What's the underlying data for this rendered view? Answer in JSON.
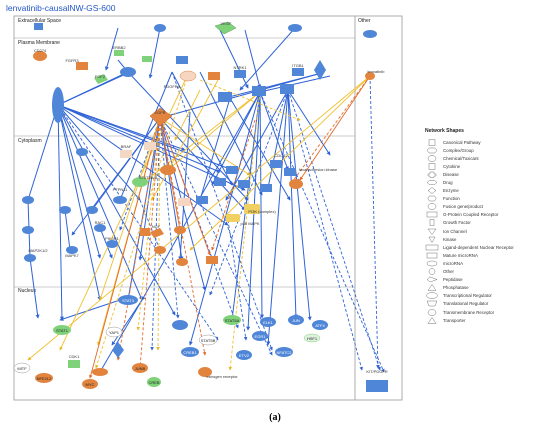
{
  "title": "lenvatinib-causalNW-GS-600",
  "caption": "(a)",
  "compartments": {
    "extracellular": "Extracellular Space",
    "plasma_membrane": "Plasma Membrane",
    "cytoplasm": "Cytoplasm",
    "nucleus": "Nucleus",
    "other": "Other"
  },
  "node_labels": {
    "vegf": "VEGF",
    "cd274": "CD274",
    "erbb2": "ERBB2",
    "fgfr3": "FGFR3",
    "fgf2": "FGF2",
    "ntrk1": "NTRK1",
    "pdgfra": "PDGFRA",
    "itgb1": "ITGB1",
    "lenvatinib": "lenvatinib",
    "egfr": "EGFR",
    "braf": "BRAF",
    "stat5ab": "STAT5A/B",
    "ptpn11": "PTPN11",
    "cdc42": "CDC42",
    "fak": "focal adhesion kinase",
    "pi3k": "PI3K (complex)",
    "p38": "p38 MAPK",
    "map2k12": "MAP2K1/2",
    "mapk7": "MAPK7",
    "rac1": "RAC1",
    "pik3r1": "PIK3R1",
    "ngf": "NGF",
    "stat3": "STAT3",
    "stat1": "STAT1",
    "yap1": "YAP1",
    "stat5b": "STAT5B",
    "stat5a": "STAT5A",
    "elk1": "ELK1",
    "jun": "JUN",
    "atf4": "ATF4",
    "hsf1": "HSF1",
    "egr1": "EGR1",
    "nfatc2": "NFATC2",
    "creb1": "CREB1",
    "etv2": "ETV2",
    "mitf": "MITF",
    "cdk1": "CDK1",
    "nfe2l2": "NFE2L2",
    "myc": "MYC",
    "creb": "CREB",
    "junb": "JUNB",
    "esr": "estrogen receptor",
    "kinase_other": "KIT/PDGFR"
  },
  "legend": {
    "title": "Network Shapes",
    "items": [
      "Canonical Pathway",
      "Complex/Group",
      "Chemical/Toxicant",
      "Cytokine",
      "Disease",
      "Drug",
      "Enzyme",
      "Function",
      "Fusion gene/product",
      "G-Protein Coupled Receptor",
      "Growth Factor",
      "Ion Channel",
      "Kinase",
      "Ligand-dependent Nuclear Receptor",
      "Mature microRNA",
      "microRNA",
      "Other",
      "Peptidase",
      "Phosphatase",
      "Transcriptional Regulator",
      "Translational Regulator",
      "Transmembrane Receptor",
      "Transporter"
    ]
  },
  "colors": {
    "activation_edge": "#2f63d6",
    "predicted_edge": "#f0c030",
    "inhibition_edge": "#e36a2a",
    "node_blue": "#4f86d8",
    "node_orange": "#e2843e",
    "node_green": "#7fd27a",
    "title": "#2356c7"
  }
}
